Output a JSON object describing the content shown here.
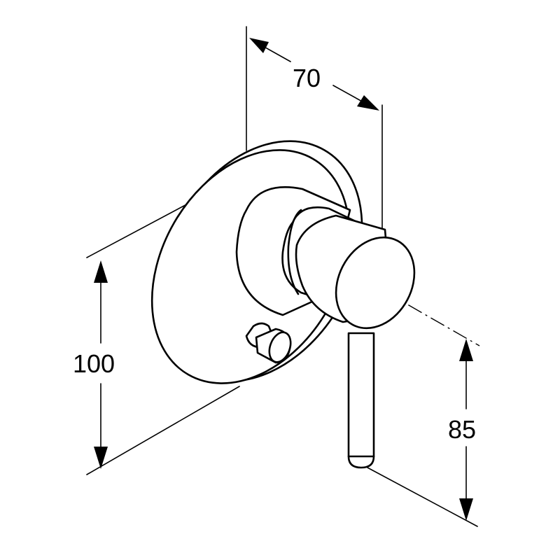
{
  "dimensions": {
    "width_label": "70",
    "height_label": "100",
    "lever_label": "85"
  },
  "colors": {
    "line": "#000000",
    "background": "#ffffff"
  }
}
